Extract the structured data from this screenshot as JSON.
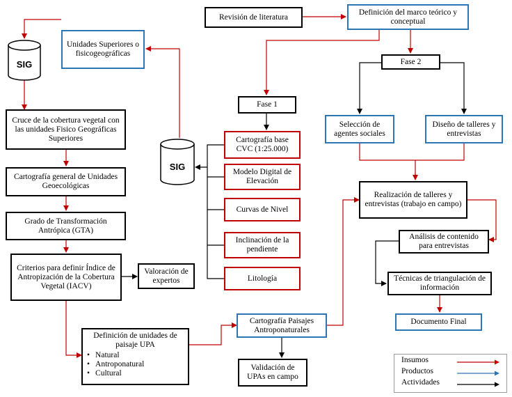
{
  "nodes": {
    "sig_left": "SIG",
    "sig_center": "SIG",
    "unidades_superiores": "Unidades Superiores o fisicogeográficas",
    "cruce": "Cruce de la cobertura vegetal con las unidades Fisico Geográficas Superiores",
    "cartografia_general": "Cartografía general de Unidades Geoecológicas",
    "grado_transformacion": "Grado de Transformación Antrópica (GTA)",
    "criterios": "Criterios para definir Índice de Antropización de la Cobertura Vegetal (IACV)",
    "valoracion": "Valoración de expertos",
    "definicion_unidades": "Definición de unidades de paisaje UPA",
    "definicion_items": [
      "Natural",
      "Antroponatural",
      "Cultural"
    ],
    "revision": "Revisión de literatura",
    "definicion_marco": "Definición del marco teórico y conceptual",
    "fase1": "Fase 1",
    "fase2": "Fase 2",
    "cartografia_base": "Cartografía base CVC (1:25.000)",
    "modelo_digital": "Modelo Digital de Elevación",
    "curvas": "Curvas de Nivel",
    "inclinacion": "Inclinación de la pendiente",
    "litologia": "Litología",
    "cartografia_paisajes": "Cartografía Paisajes Antroponaturales",
    "validacion": "Validación de UPAs en campo",
    "seleccion": "Selección de agentes sociales",
    "diseno": "Diseño de talleres y entrevistas",
    "realizacion": "Realización de talleres y entrevistas (trabajo en campo)",
    "analisis": "Análisis de contenido para entrevistas",
    "tecnicas": "Técnicas de triangulación de información",
    "documento_final": "Documento Final"
  },
  "legend": {
    "items": [
      {
        "label": "Insumos",
        "color": "#c00000"
      },
      {
        "label": "Productos",
        "color": "#2e75b6"
      },
      {
        "label": "Actividades",
        "color": "#000000"
      }
    ]
  },
  "colors": {
    "insumo": "#c00000",
    "producto": "#2e75b6",
    "actividad": "#000000"
  }
}
